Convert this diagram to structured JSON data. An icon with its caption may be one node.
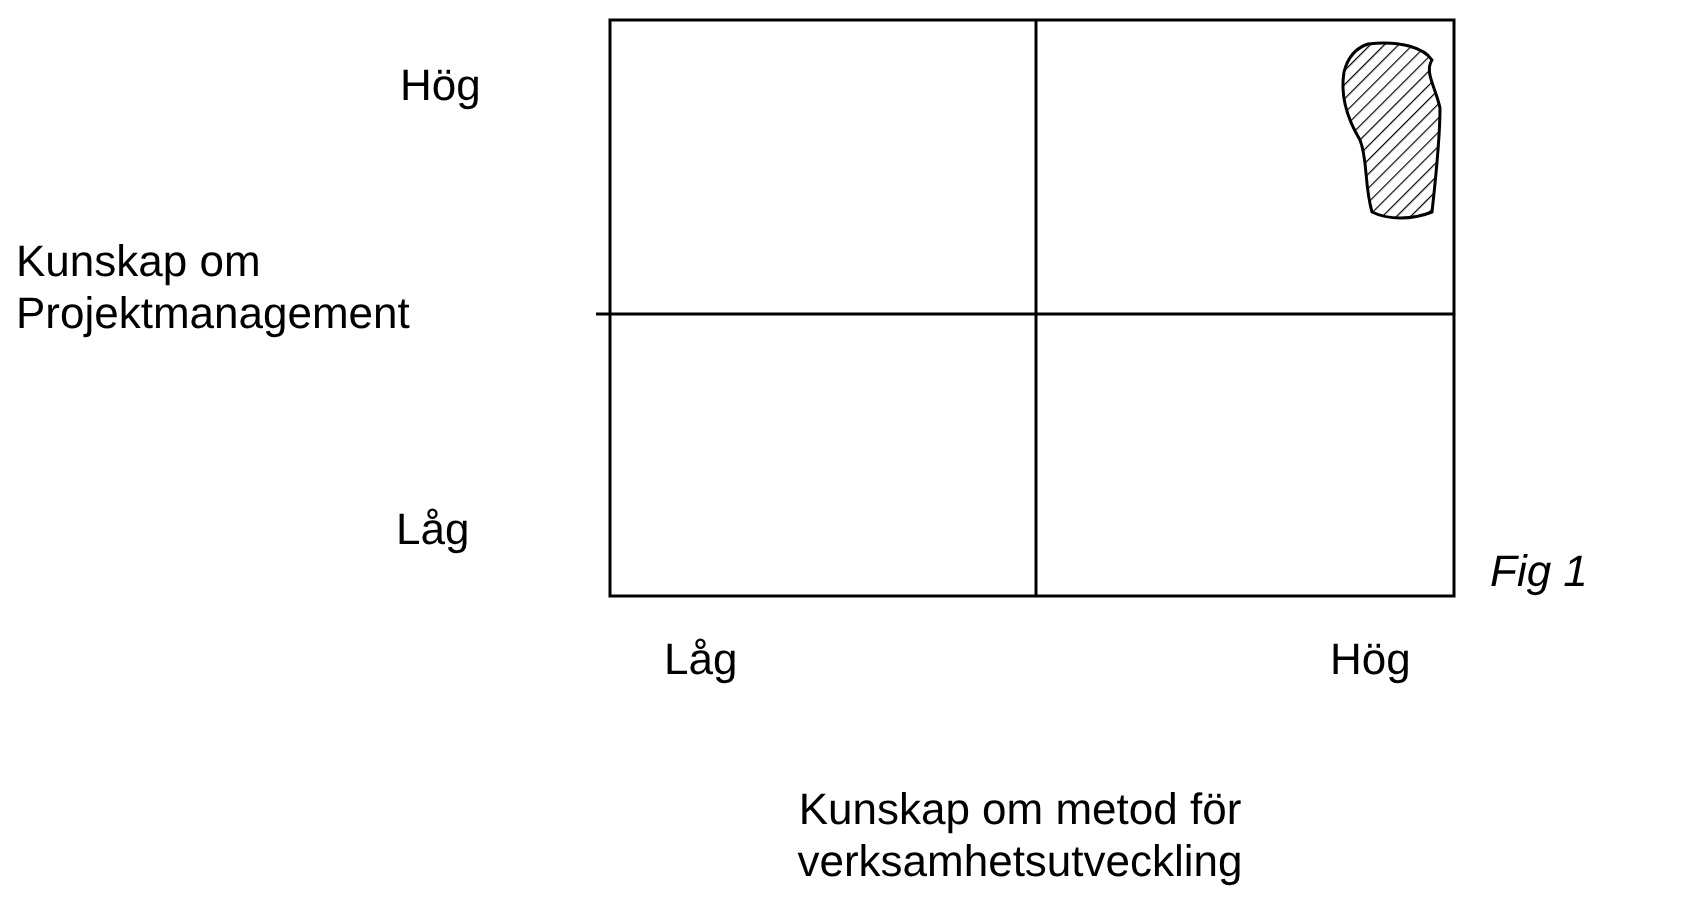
{
  "diagram": {
    "caption": "Fig 1",
    "nodes": [
      {
        "text": [],
        "shape": "blob"
      }
    ],
    "labels": [
      "Hög",
      "Kunskap om Projektmanagement",
      "Låg",
      "Låg",
      "Hög",
      "Kunskap om metod för verksamhetsutveckling"
    ]
  }
}
